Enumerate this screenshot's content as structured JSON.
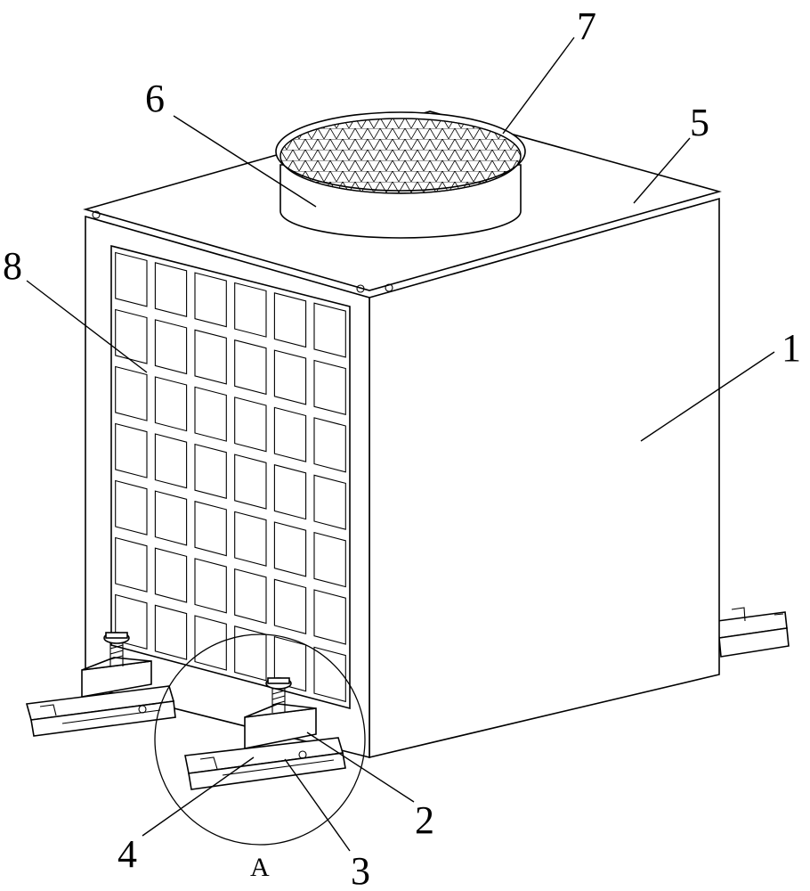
{
  "labels": {
    "l1": "1",
    "l2": "2",
    "l3": "3",
    "l4": "4",
    "l5": "5",
    "l6": "6",
    "l7": "7",
    "l8": "8",
    "detail": "A"
  },
  "colors": {
    "line": "#000000",
    "background": "#ffffff"
  }
}
